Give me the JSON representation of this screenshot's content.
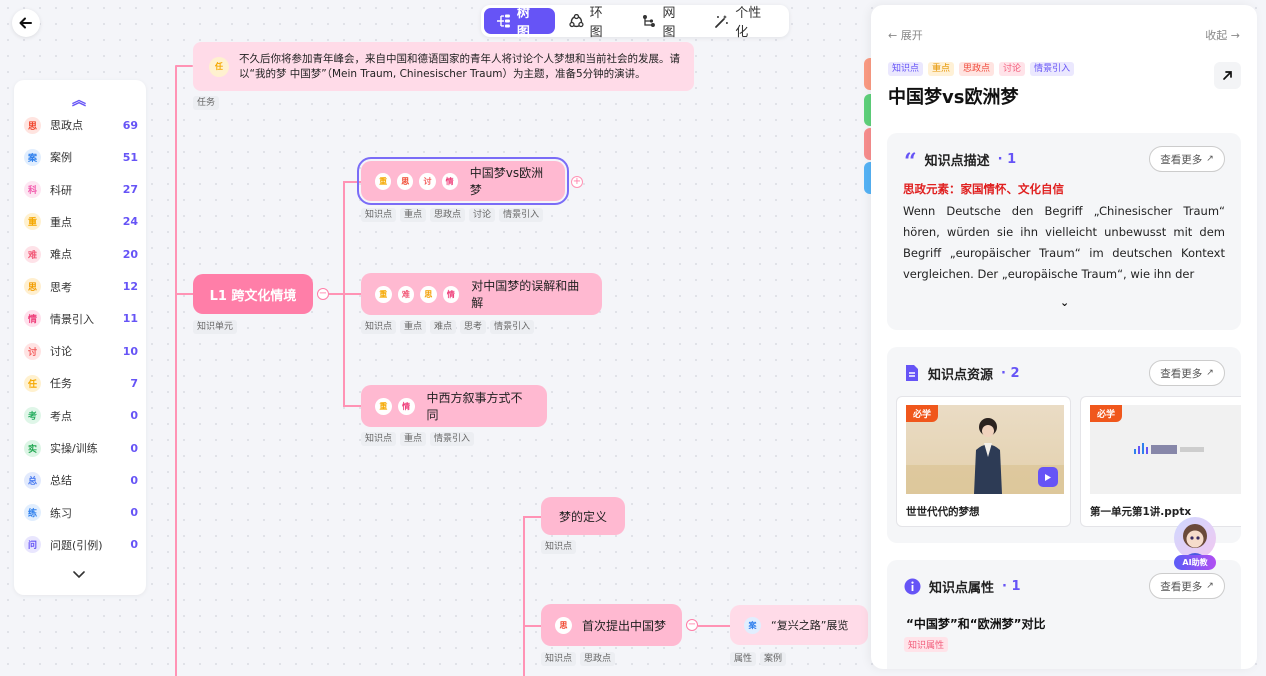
{
  "view_tabs": [
    {
      "label": "树图",
      "icon": "tree-icon",
      "active": true
    },
    {
      "label": "环图",
      "icon": "ring-icon",
      "active": false
    },
    {
      "label": "网图",
      "icon": "network-icon",
      "active": false
    },
    {
      "label": "个性化",
      "icon": "magic-wand-icon",
      "active": false
    }
  ],
  "sidebar": {
    "items": [
      {
        "label": "思政点",
        "count": "69",
        "icon": "思",
        "color": "#f0452d",
        "bg": "#ffe4e0"
      },
      {
        "label": "案例",
        "count": "51",
        "icon": "案",
        "color": "#2f80ed",
        "bg": "#e1eefe"
      },
      {
        "label": "科研",
        "count": "27",
        "icon": "科",
        "color": "#f25cae",
        "bg": "#fde6f2"
      },
      {
        "label": "重点",
        "count": "24",
        "icon": "重",
        "color": "#f5a800",
        "bg": "#fff1cf"
      },
      {
        "label": "难点",
        "count": "20",
        "icon": "难",
        "color": "#f25c7a",
        "bg": "#fee2e8"
      },
      {
        "label": "思考",
        "count": "12",
        "icon": "思",
        "color": "#f29d00",
        "bg": "#ffefcf"
      },
      {
        "label": "情景引入",
        "count": "11",
        "icon": "情",
        "color": "#ee3f7a",
        "bg": "#ffe0ec"
      },
      {
        "label": "讨论",
        "count": "10",
        "icon": "讨",
        "color": "#f35f5f",
        "bg": "#ffe3e3"
      },
      {
        "label": "任务",
        "count": "7",
        "icon": "任",
        "color": "#f5a800",
        "bg": "#fff1cf"
      },
      {
        "label": "考点",
        "count": "0",
        "icon": "考",
        "color": "#27ae60",
        "bg": "#dff6e8"
      },
      {
        "label": "实操/训练",
        "count": "0",
        "icon": "实",
        "color": "#1fa64f",
        "bg": "#dcf5e5"
      },
      {
        "label": "总结",
        "count": "0",
        "icon": "总",
        "color": "#4a7bf0",
        "bg": "#e2eafd"
      },
      {
        "label": "练习",
        "count": "0",
        "icon": "练",
        "color": "#2f80ed",
        "bg": "#e1eefe"
      },
      {
        "label": "问题(引例)",
        "count": "0",
        "icon": "问",
        "color": "#6654f6",
        "bg": "#e9e6fe"
      }
    ]
  },
  "map": {
    "task": {
      "text": "不久后你将参加青年峰会，来自中国和德语国家的青年人将讨论个人梦想和当前社会的发展。请以“我的梦 中国梦”（Mein Traum, Chinesischer Traum）为主题，准备5分钟的演讲。",
      "tag": "任务"
    },
    "l1": {
      "label": "L1 跨文化情境",
      "tag": "知识单元"
    },
    "n1": {
      "label": "中国梦vs欧洲梦",
      "tags": [
        "知识点",
        "重点",
        "思政点",
        "讨论",
        "情景引入"
      ],
      "icons": [
        "重",
        "思",
        "讨",
        "情"
      ]
    },
    "n2": {
      "label": "对中国梦的误解和曲解",
      "tags": [
        "知识点",
        "重点",
        "难点",
        "思考",
        "情景引入"
      ],
      "icons": [
        "重",
        "难",
        "思",
        "情"
      ]
    },
    "n3": {
      "label": "中西方叙事方式不同",
      "tags": [
        "知识点",
        "重点",
        "情景引入"
      ],
      "icons": [
        "重",
        "情"
      ]
    },
    "n4": {
      "label": "梦的定义",
      "tags": [
        "知识点"
      ]
    },
    "n5": {
      "label": "首次提出中国梦",
      "tags": [
        "知识点",
        "思政点"
      ],
      "icons": [
        "思"
      ]
    },
    "n6": {
      "label": "“复兴之路”展览",
      "tags": [
        "属性",
        "案例"
      ],
      "icons": [
        "案"
      ]
    }
  },
  "panel": {
    "expand_label": "← 展开",
    "collapse_label": "收起 →",
    "tags": [
      {
        "label": "知识点",
        "color": "#6654f6",
        "bg": "#ebe8fe"
      },
      {
        "label": "重点",
        "color": "#e59400",
        "bg": "#fff1d6"
      },
      {
        "label": "思政点",
        "color": "#ef4b3c",
        "bg": "#ffe4e1"
      },
      {
        "label": "讨论",
        "color": "#f25c7a",
        "bg": "#ffe3e9"
      },
      {
        "label": "情景引入",
        "color": "#6654f6",
        "bg": "#ebe8fe"
      }
    ],
    "title": "中国梦vs欧洲梦",
    "desc": {
      "title": "知识点描述",
      "count": "· 1",
      "more": "查看更多",
      "red": "思政元素：家国情怀、文化自信",
      "body": "Wenn Deutsche den Begriff „Chinesischer Traum“ hören, würden sie ihn vielleicht unbewusst mit dem Begriff „europäischer Traum“ im deutschen Kontext vergleichen. Der „europäische Traum“, wie ihn der"
    },
    "res": {
      "title": "知识点资源",
      "count": "· 2",
      "more": "查看更多",
      "items": [
        {
          "badge": "必学",
          "name": "世世代代的梦想"
        },
        {
          "badge": "必学",
          "name": "第一单元第1讲.pptx"
        }
      ]
    },
    "attr": {
      "title": "知识点属性",
      "count": "· 1",
      "more": "查看更多",
      "item": "“中国梦”和“欧洲梦”对比",
      "tag": "知识属性"
    },
    "ai_label": "AI助教"
  },
  "colors": {
    "accent": "#6654f6",
    "node_pink": "#ffb9d1",
    "node_deep": "#ff7ea8",
    "line": "#ff93b5"
  }
}
